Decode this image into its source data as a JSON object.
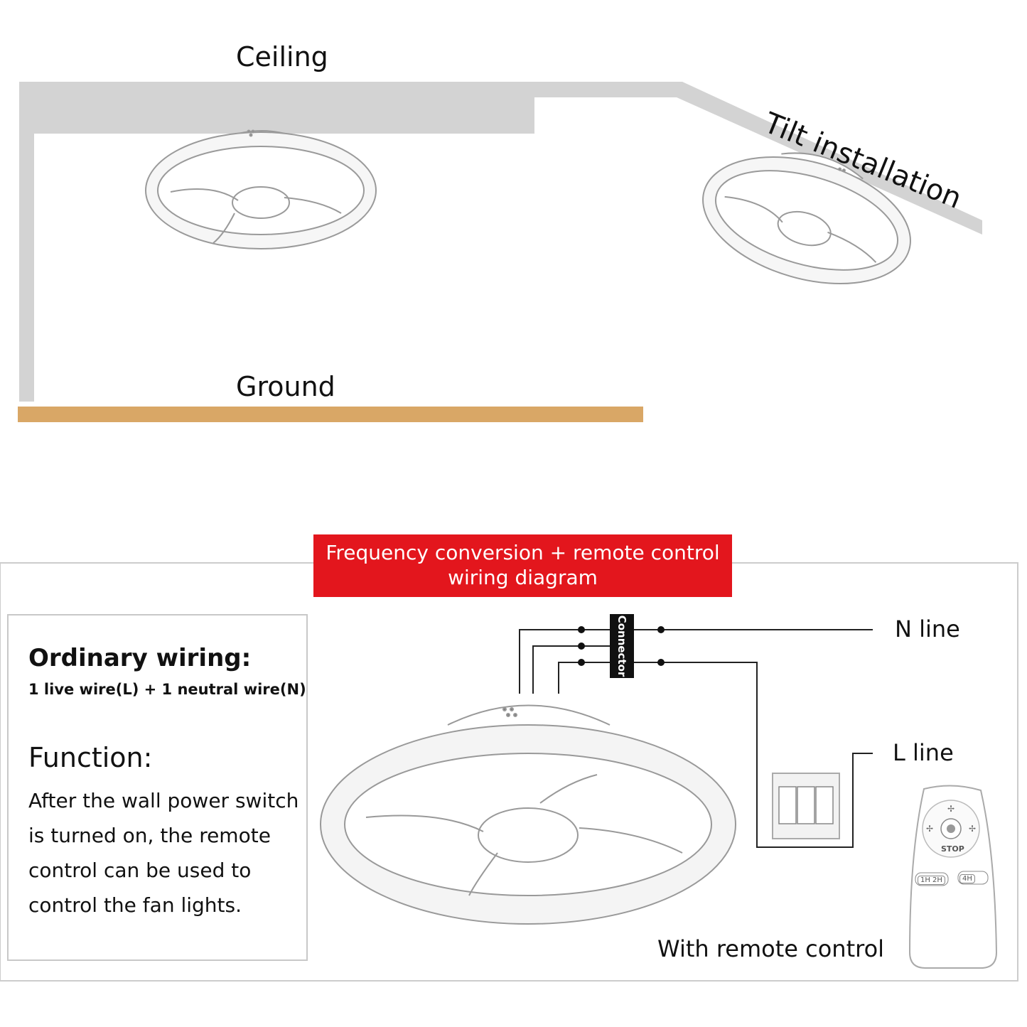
{
  "top_diagram": {
    "ceiling_label": "Ceiling",
    "ground_label": "Ground",
    "tilt_label": "Tilt installation"
  },
  "wiring": {
    "banner_line1": "Frequency conversion + remote control",
    "banner_line2": "wiring diagram",
    "connector_label": "Connector",
    "n_line_label": "N line",
    "l_line_label": "L line",
    "remote_label": "With remote control"
  },
  "info": {
    "ordinary_title": "Ordinary wiring:",
    "ordinary_sub": "1 live wire(L) + 1 neutral wire(N)",
    "function_title": "Function:",
    "function_lines": [
      "After the wall power switch",
      "is turned on, the remote",
      "control can be used to",
      "control the fan lights."
    ]
  },
  "remote": {
    "stop_label": "STOP",
    "timer_left": "1H 2H",
    "timer_right": "4H"
  },
  "colors": {
    "banner": "#e3161d",
    "ground": "#d9a766",
    "ceiling": "#d3d3d3"
  }
}
